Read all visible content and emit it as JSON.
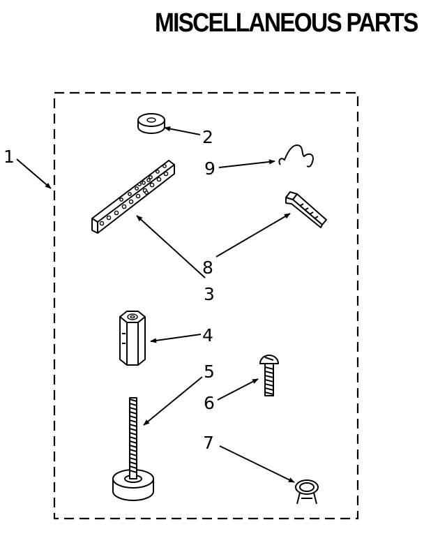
{
  "title": "MISCELLANEOUS PARTS",
  "callouts": [
    {
      "id": "1"
    },
    {
      "id": "2"
    },
    {
      "id": "3"
    },
    {
      "id": "4"
    },
    {
      "id": "5"
    },
    {
      "id": "6"
    },
    {
      "id": "7"
    },
    {
      "id": "8"
    },
    {
      "id": "9"
    }
  ]
}
